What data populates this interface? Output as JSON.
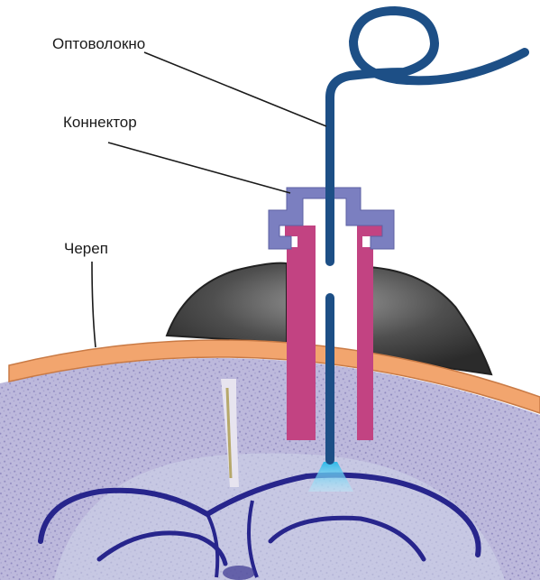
{
  "labels": {
    "fiber": "Оптоволокно",
    "connector": "Коннектор",
    "skull": "Череп"
  },
  "colors": {
    "fiber": "#1d4f86",
    "connector": "#7b7fc0",
    "cannula": "#c24382",
    "skull": "#f2a56e",
    "skull_edge": "#c97a45",
    "cement": "#5a5a5a",
    "brain_tissue": "#b8b4d8",
    "brain_stripe": "#9791c2",
    "hippocampus": "#2a2890",
    "light_cone": "#66d6f0"
  }
}
